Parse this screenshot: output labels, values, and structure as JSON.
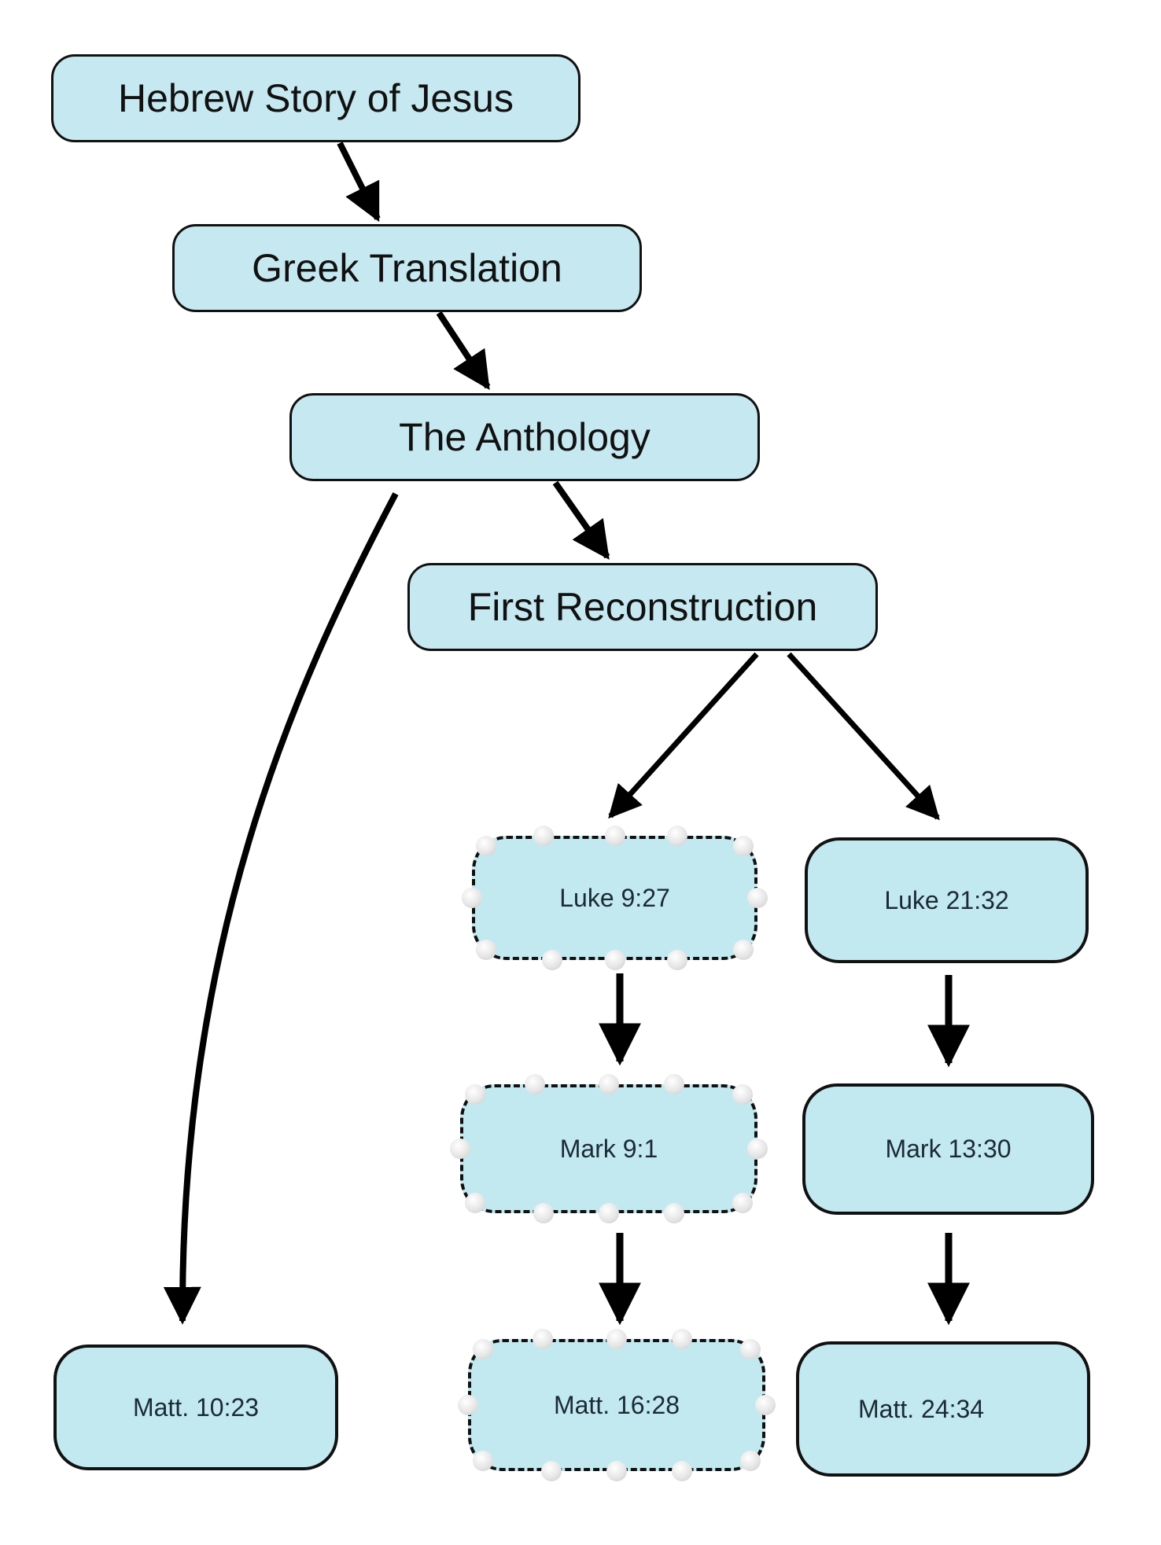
{
  "diagram": {
    "title": "",
    "nodes": [
      {
        "id": "hebrew",
        "label": "Hebrew Story of Jesus",
        "style": "large"
      },
      {
        "id": "greek",
        "label": "Greek Translation",
        "style": "large"
      },
      {
        "id": "anthology",
        "label": "The Anthology",
        "style": "large"
      },
      {
        "id": "first_recon",
        "label": "First Reconstruction",
        "style": "large"
      },
      {
        "id": "luke927",
        "label": "Luke 9:27",
        "style": "selected"
      },
      {
        "id": "luke2132",
        "label": "Luke 21:32",
        "style": "normal"
      },
      {
        "id": "mark91",
        "label": "Mark 9:1",
        "style": "selected"
      },
      {
        "id": "mark1330",
        "label": "Mark 13:30",
        "style": "normal"
      },
      {
        "id": "matt1023",
        "label": "Matt. 10:23",
        "style": "normal"
      },
      {
        "id": "matt1628",
        "label": "Matt. 16:28",
        "style": "selected"
      },
      {
        "id": "matt2434",
        "label": "Matt. 24:34",
        "style": "normal"
      }
    ],
    "edges": [
      {
        "from": "hebrew",
        "to": "greek"
      },
      {
        "from": "greek",
        "to": "anthology"
      },
      {
        "from": "anthology",
        "to": "first_recon"
      },
      {
        "from": "anthology",
        "to": "matt1023"
      },
      {
        "from": "first_recon",
        "to": "luke927"
      },
      {
        "from": "first_recon",
        "to": "luke2132"
      },
      {
        "from": "luke927",
        "to": "mark91"
      },
      {
        "from": "mark91",
        "to": "matt1628"
      },
      {
        "from": "luke2132",
        "to": "mark1330"
      },
      {
        "from": "mark1330",
        "to": "matt2434"
      }
    ],
    "colors": {
      "node_fill": "#c6e8f0",
      "stroke": "#111111",
      "handle": "#e6e6e6"
    }
  }
}
